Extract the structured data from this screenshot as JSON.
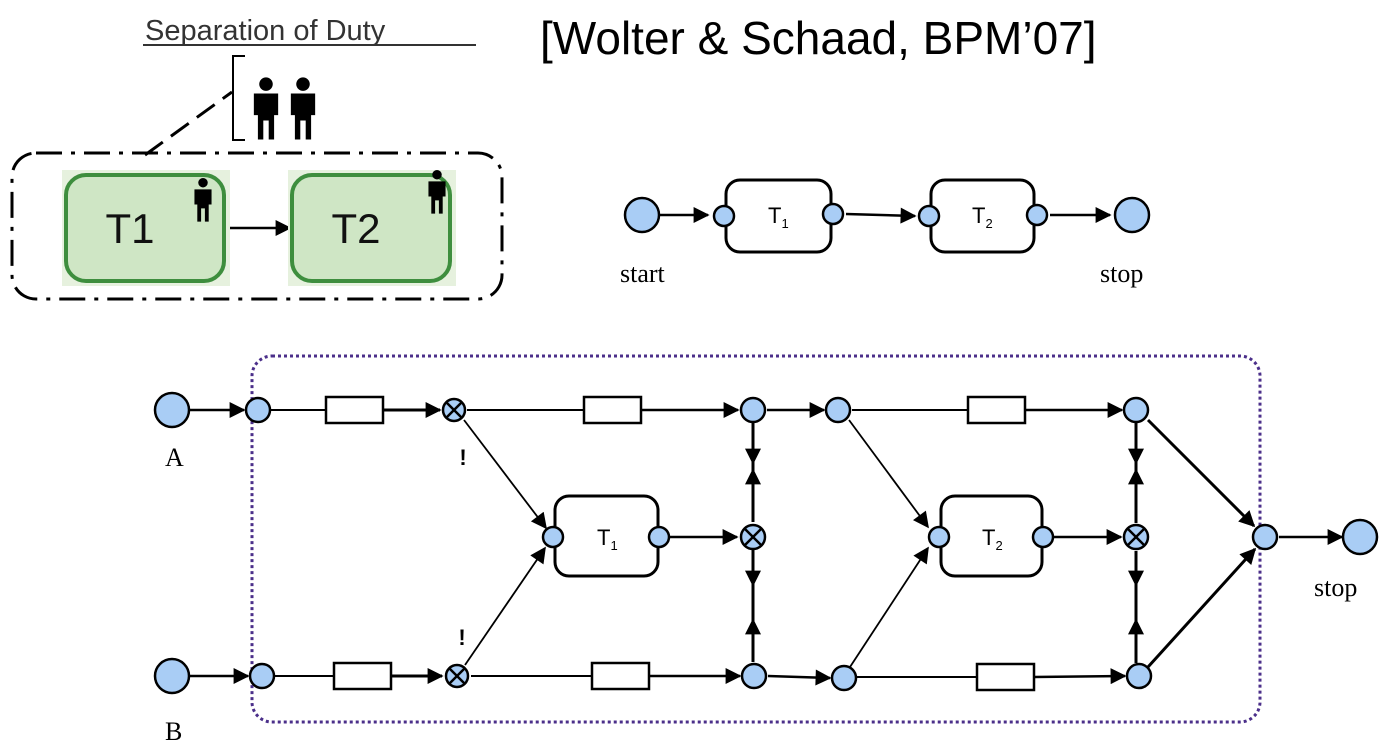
{
  "sod": {
    "title": "Separation of Duty",
    "task1": "T1",
    "task2": "T2"
  },
  "citation": "[Wolter & Schaad, BPM’07]",
  "small_net": {
    "task1": "T",
    "task1_sub": "1",
    "task2": "T",
    "task2_sub": "2",
    "start_label": "start",
    "stop_label": "stop"
  },
  "big_net": {
    "task1": "T",
    "task1_sub": "1",
    "task2": "T",
    "task2_sub": "2",
    "label_a": "A",
    "label_b": "B",
    "stop_label": "stop",
    "mark_top": "!",
    "mark_bottom": "!"
  },
  "colors": {
    "place_fill": "#a9cdf5",
    "task_fill": "#ffffff",
    "sod_task_fill": "#cfe6c5",
    "sod_task_stroke": "#3e8e3e",
    "boundary": "#4b2f8a"
  }
}
